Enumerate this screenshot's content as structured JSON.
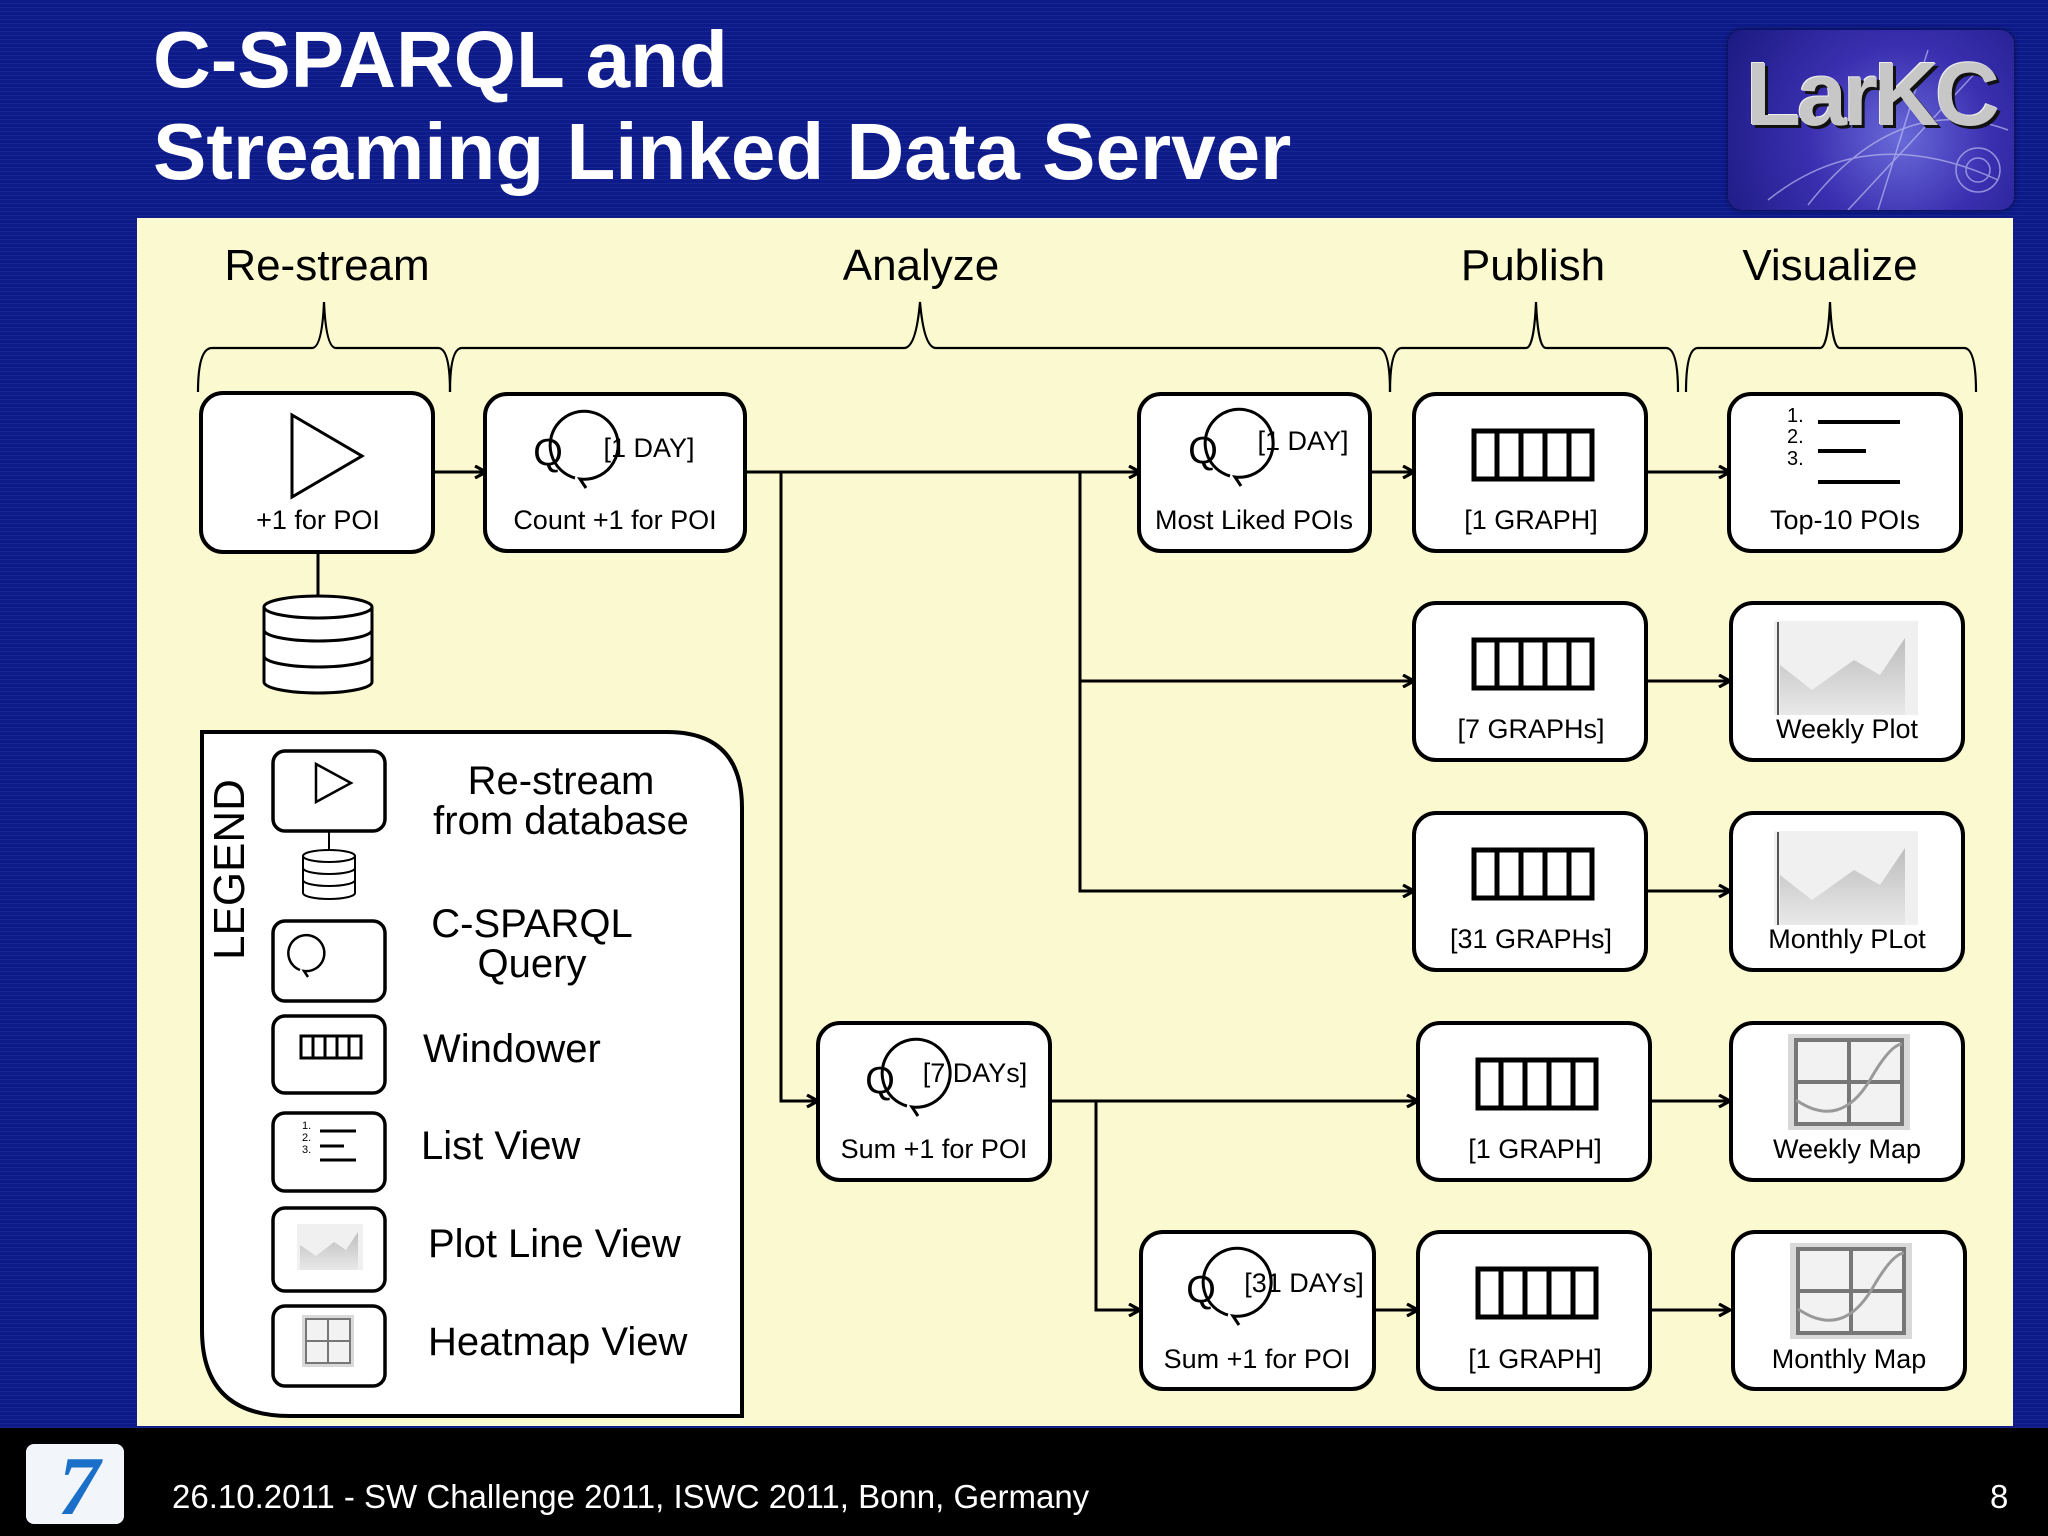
{
  "slide": {
    "title_line1": "C-SPARQL and",
    "title_line2": "Streaming Linked Data Server",
    "logo_text": "LarKC"
  },
  "phases": [
    "Re-stream",
    "Analyze",
    "Publish",
    "Visualize"
  ],
  "nodes": {
    "restream": {
      "label": "+1 for POI"
    },
    "count_query": {
      "window": "[1 DAY]",
      "label": "Count +1 for POI"
    },
    "most_liked_query": {
      "window": "[1 DAY]",
      "label": "Most Liked POIs"
    },
    "sum7_query": {
      "window": "[7 DAYs]",
      "label": "Sum +1 for POI"
    },
    "sum31_query": {
      "window": "[31 DAYs]",
      "label": "Sum +1 for POI"
    },
    "windower_1": {
      "label": "[1 GRAPH]"
    },
    "windower_2": {
      "label": "[7 GRAPHs]"
    },
    "windower_3": {
      "label": "[31 GRAPHs]"
    },
    "windower_4": {
      "label": "[1 GRAPH]"
    },
    "windower_5": {
      "label": "[1 GRAPH]"
    },
    "view_top10": {
      "label": "Top-10 POIs",
      "list_numbers": [
        "1.",
        "2.",
        "3."
      ]
    },
    "view_weekly_plot": {
      "label": "Weekly Plot"
    },
    "view_monthly_plot": {
      "label": "Monthly PLot"
    },
    "view_weekly_map": {
      "label": "Weekly Map"
    },
    "view_monthly_map": {
      "label": "Monthly Map"
    }
  },
  "legend": {
    "title": "LEGEND",
    "query_icon_letter": "Q",
    "items": [
      {
        "line1": "Re-stream",
        "line2": "from database"
      },
      {
        "line1": "C-SPARQL",
        "line2": "Query"
      },
      {
        "line1": "Windower",
        "line2": ""
      },
      {
        "line1": "List View",
        "line2": ""
      },
      {
        "line1": "Plot Line View",
        "line2": ""
      },
      {
        "line1": "Heatmap View",
        "line2": ""
      }
    ]
  },
  "footer": {
    "text": "26.10.2011 - SW Challenge 2011, ISWC 2011, Bonn, Germany",
    "page_number": "8"
  }
}
